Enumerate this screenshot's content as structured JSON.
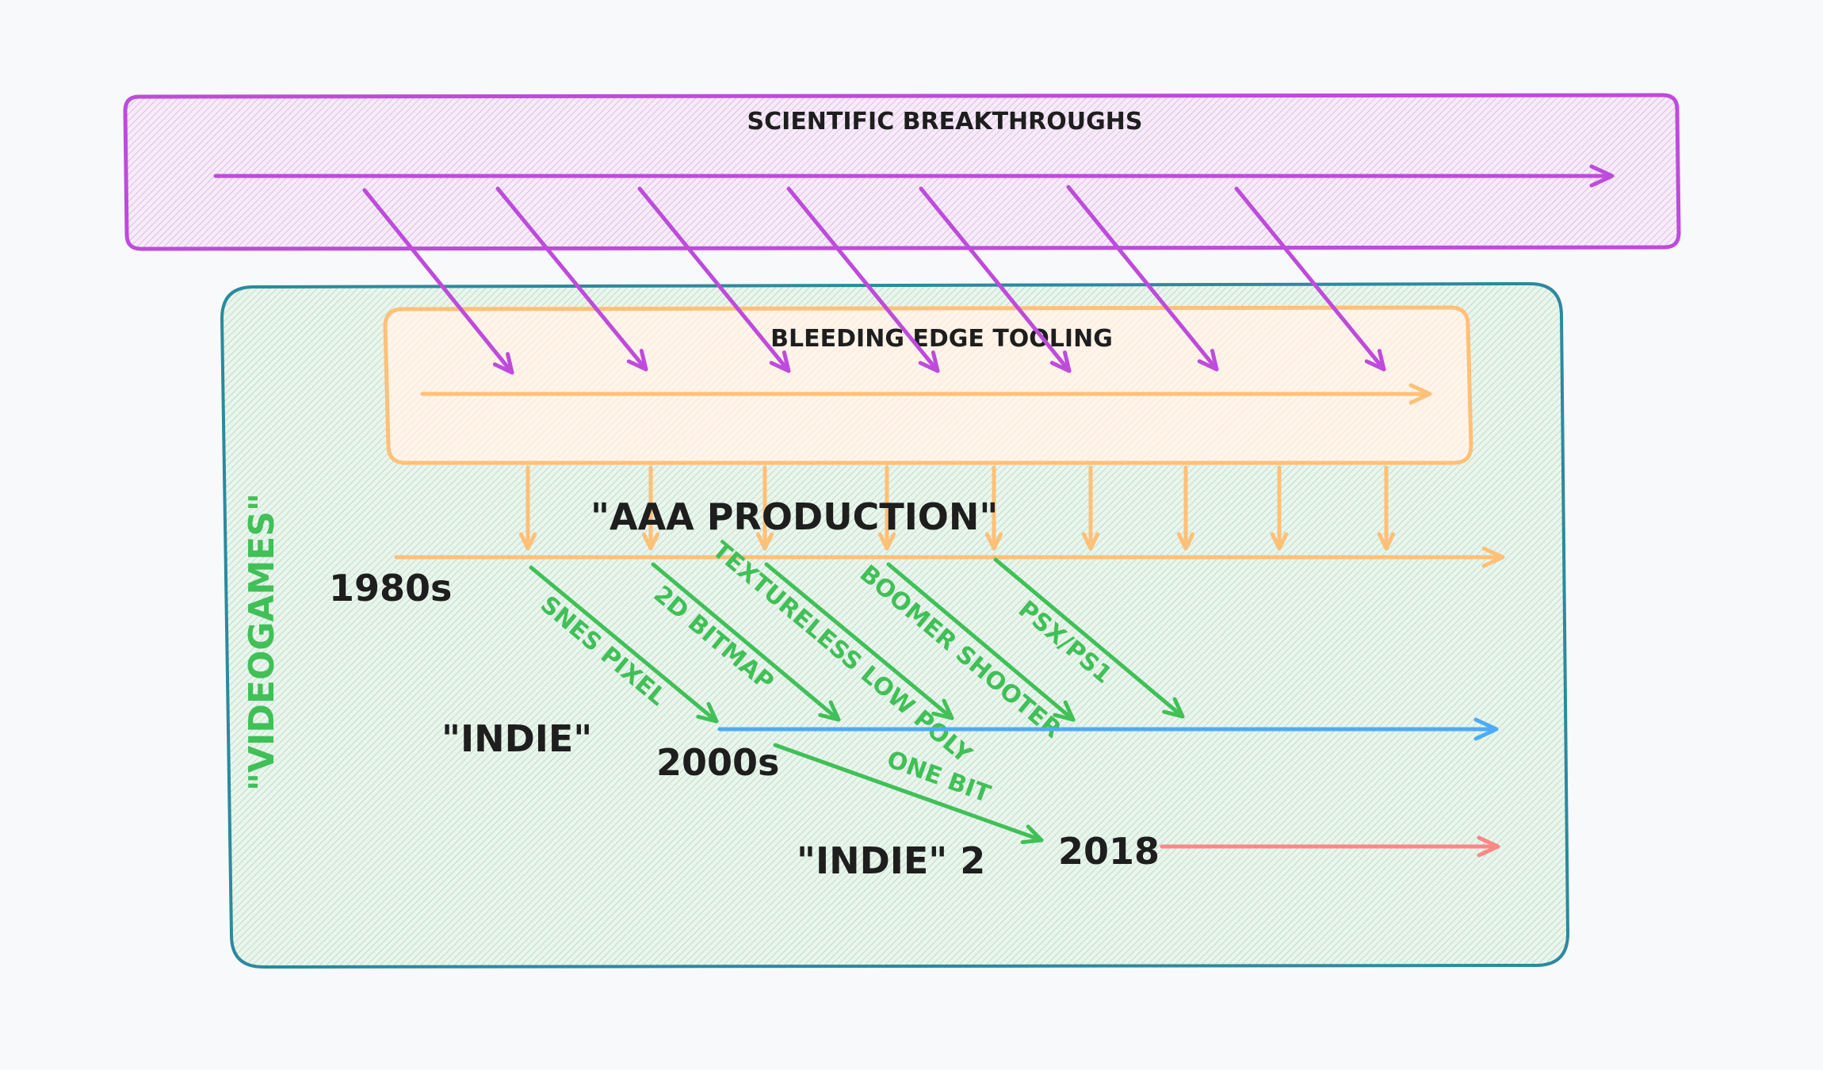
{
  "colors": {
    "background": "#f8f9fa",
    "science": "#be4bdb",
    "science_fill": "#e9c6f0",
    "tooling": "#ffc078",
    "tooling_fill": "#fde7d0",
    "videogames_border": "#2b8a9e",
    "videogames_fill": "#b2dfc0",
    "genre": "#40c057",
    "indie": "#4dabf7",
    "indie2": "#ff8787",
    "text": "#1e1e1e"
  },
  "labels": {
    "science": "SCIENTIFIC BREAKTHROUGHS",
    "tooling": "BLEEDING EDGE TOOLING",
    "videogames": "\"VIDEOGAMES\"",
    "aaa": "\"AAA PRODUCTION\"",
    "era_1980s": "1980s",
    "indie": "\"INDIE\"",
    "era_2000s": "2000s",
    "indie2": "\"INDIE\" 2",
    "era_2018": "2018"
  },
  "genres": [
    "SNES PIXEL",
    "2D BITMAP",
    "TEXTURELESS LOW POLY",
    "BOOMER SHOOTER",
    "PSX/PS1",
    "ONE BIT"
  ]
}
